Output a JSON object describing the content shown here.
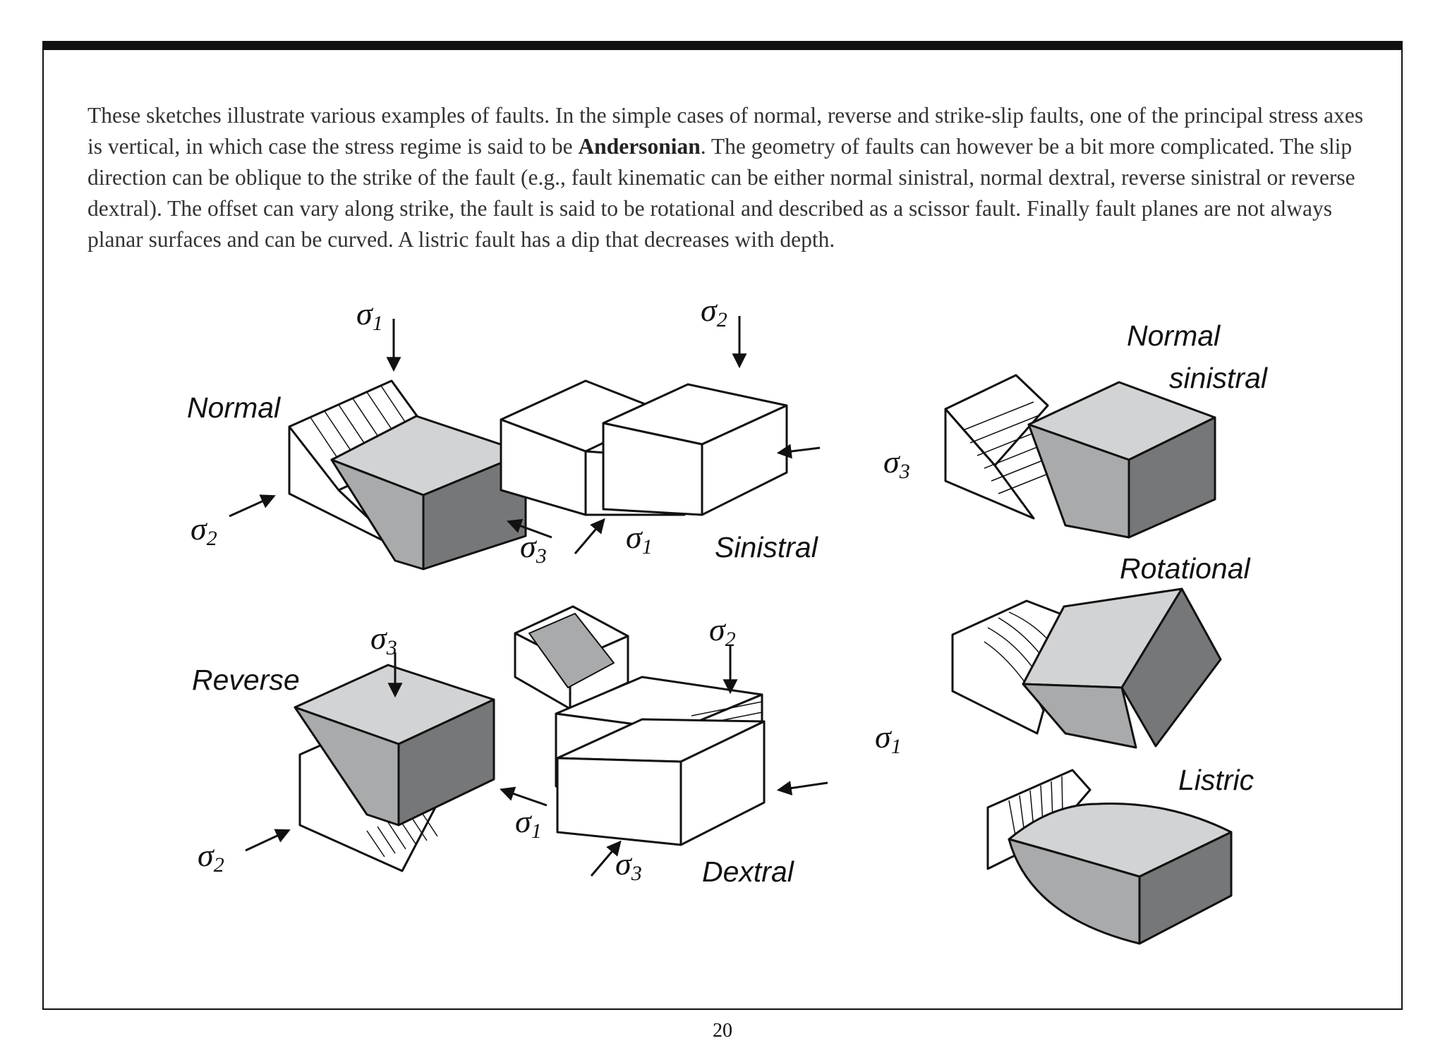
{
  "intro": {
    "part1": "These sketches illustrate various examples of faults. In the simple cases of normal, reverse and strike-slip faults, one of the principal stress axes is vertical, in which case the stress regime is said to be ",
    "bold": "Andersonian",
    "part2": ". The geometry of faults can however be a bit more complicated. The slip direction can be oblique to the strike of the fault (e.g., fault kinematic can be either normal sinistral, normal dextral, reverse sinistral or reverse dextral). The offset can vary along strike, the fault is said to be rotational and described as a scissor fault. Finally fault planes are not always planar surfaces and can be curved. A listric fault has a dip that decreases with depth."
  },
  "labels": {
    "normal": "Normal",
    "sinistral": "Sinistral",
    "normal_sinistral_1": "Normal",
    "normal_sinistral_2": "sinistral",
    "rotational": "Rotational",
    "reverse": "Reverse",
    "dextral": "Dextral",
    "listric": "Listric"
  },
  "stress": {
    "symbol": "σ",
    "s1": "1",
    "s2": "2",
    "s3": "3"
  },
  "colors": {
    "light_face": "#d2d3d4",
    "mid_face": "#a9aaab",
    "dark_face": "#767778",
    "line": "#111111"
  },
  "page_number": "20"
}
